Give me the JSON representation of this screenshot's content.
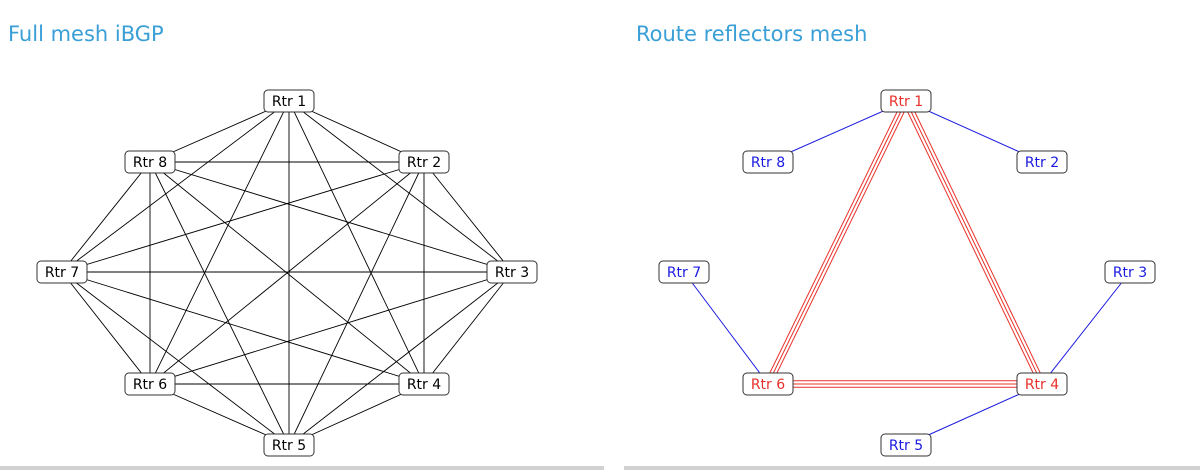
{
  "left_panel": {
    "title": "Full mesh iBGP",
    "routers": [
      {
        "id": "r1",
        "label": "Rtr 1"
      },
      {
        "id": "r2",
        "label": "Rtr 2"
      },
      {
        "id": "r3",
        "label": "Rtr 3"
      },
      {
        "id": "r4",
        "label": "Rtr 4"
      },
      {
        "id": "r5",
        "label": "Rtr 5"
      },
      {
        "id": "r6",
        "label": "Rtr 6"
      },
      {
        "id": "r7",
        "label": "Rtr 7"
      },
      {
        "id": "r8",
        "label": "Rtr 8"
      }
    ],
    "topology": "full-mesh",
    "link_color": "#000000"
  },
  "right_panel": {
    "title": "Route reflectors mesh",
    "routers": [
      {
        "id": "r1",
        "label": "Rtr 1",
        "role": "reflector"
      },
      {
        "id": "r2",
        "label": "Rtr 2",
        "role": "client"
      },
      {
        "id": "r3",
        "label": "Rtr 3",
        "role": "client"
      },
      {
        "id": "r4",
        "label": "Rtr 4",
        "role": "reflector"
      },
      {
        "id": "r5",
        "label": "Rtr 5",
        "role": "client"
      },
      {
        "id": "r6",
        "label": "Rtr 6",
        "role": "reflector"
      },
      {
        "id": "r7",
        "label": "Rtr 7",
        "role": "client"
      },
      {
        "id": "r8",
        "label": "Rtr 8",
        "role": "client"
      }
    ],
    "reflector_links": [
      [
        "r1",
        "r4"
      ],
      [
        "r1",
        "r6"
      ],
      [
        "r6",
        "r4"
      ]
    ],
    "client_links": [
      [
        "r8",
        "r1"
      ],
      [
        "r2",
        "r1"
      ],
      [
        "r7",
        "r6"
      ],
      [
        "r3",
        "r4"
      ],
      [
        "r5",
        "r4"
      ]
    ],
    "colors": {
      "reflector": "#e8302a",
      "client": "#1a1ae0",
      "node_border": "#333333"
    }
  }
}
